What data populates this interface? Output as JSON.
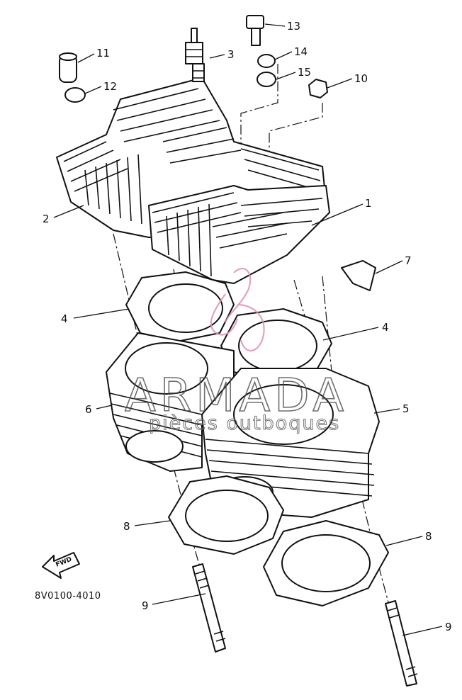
{
  "diagram": {
    "part_code": "8V0100-4010",
    "fwd_label": "FWD",
    "watermark": {
      "brand": "ARMADA",
      "tagline": "pièces outboques",
      "brand_color": "#e090b8"
    },
    "callouts": [
      {
        "id": "c1",
        "label": "1"
      },
      {
        "id": "c2",
        "label": "2"
      },
      {
        "id": "c3",
        "label": "3"
      },
      {
        "id": "c4a",
        "label": "4"
      },
      {
        "id": "c4b",
        "label": "4"
      },
      {
        "id": "c5",
        "label": "5"
      },
      {
        "id": "c6",
        "label": "6"
      },
      {
        "id": "c7",
        "label": "7"
      },
      {
        "id": "c8a",
        "label": "8"
      },
      {
        "id": "c8b",
        "label": "8"
      },
      {
        "id": "c9a",
        "label": "9"
      },
      {
        "id": "c9b",
        "label": "9"
      },
      {
        "id": "c10",
        "label": "10"
      },
      {
        "id": "c11",
        "label": "11"
      },
      {
        "id": "c12",
        "label": "12"
      },
      {
        "id": "c13",
        "label": "13"
      },
      {
        "id": "c14",
        "label": "14"
      },
      {
        "id": "c15",
        "label": "15"
      }
    ]
  }
}
